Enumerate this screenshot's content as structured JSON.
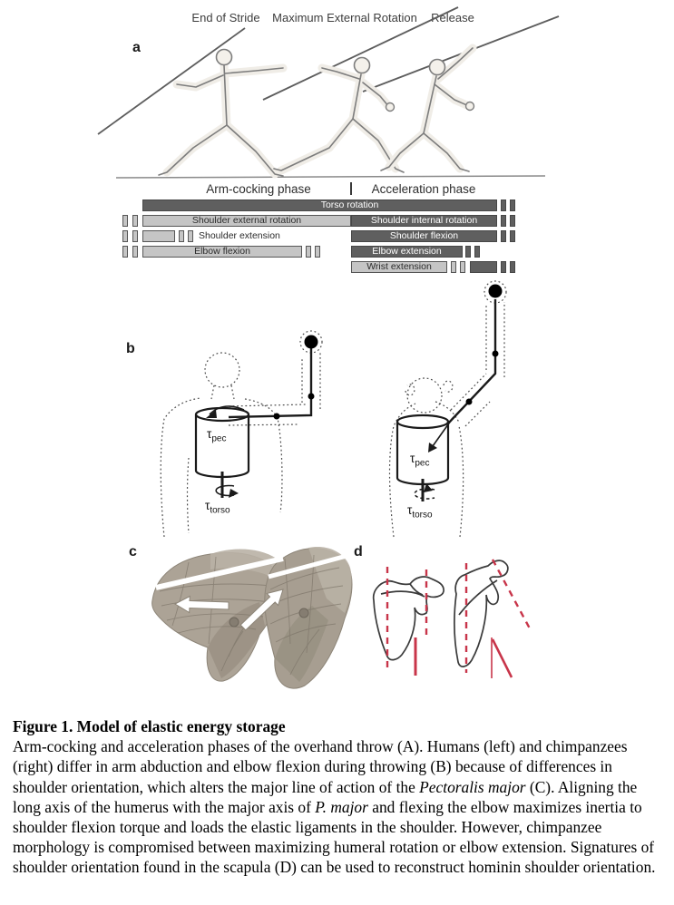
{
  "colors": {
    "bar_dark": "#5f5f5f",
    "bar_light": "#c5c5c5",
    "bar_border": "#474747",
    "scapula_red": "#c8354a",
    "outline_gray": "#6f6f6f"
  },
  "panel_a": {
    "label": "a",
    "pose_labels": [
      "End of Stride",
      "Maximum External Rotation",
      "Release"
    ],
    "chart": {
      "type": "phase-bars",
      "phase_headers": [
        "Arm-cocking phase",
        "Acceleration phase"
      ],
      "rows": [
        {
          "id": "torso-rotation",
          "label": "Torso rotation",
          "phase": "both",
          "style": "dark"
        },
        {
          "id": "shoulder-external-rotation",
          "label": "Shoulder external rotation",
          "phase": "arm-cocking",
          "style": "light"
        },
        {
          "id": "shoulder-internal-rotation",
          "label": "Shoulder internal rotation",
          "phase": "acceleration",
          "style": "dark"
        },
        {
          "id": "shoulder-extension",
          "label": "Shoulder extension",
          "phase": "arm-cocking",
          "style": "light"
        },
        {
          "id": "shoulder-flexion",
          "label": "Shoulder flexion",
          "phase": "acceleration",
          "style": "dark"
        },
        {
          "id": "elbow-flexion",
          "label": "Elbow flexion",
          "phase": "arm-cocking",
          "style": "light"
        },
        {
          "id": "elbow-extension",
          "label": "Elbow extension",
          "phase": "acceleration",
          "style": "dark"
        },
        {
          "id": "wrist-extension",
          "label": "Wrist extension",
          "phase": "acceleration",
          "style": "light"
        }
      ]
    }
  },
  "panel_b": {
    "label": "b",
    "tau": {
      "sym": "τ",
      "pec": "pec",
      "torso": "torso"
    }
  },
  "panel_c": {
    "label": "c"
  },
  "panel_d": {
    "label": "d"
  },
  "caption": {
    "title": "Figure 1. Model of elastic energy storage",
    "segments": [
      {
        "text": "Arm-cocking and acceleration phases of the overhand throw (A). Humans (left) and chimpanzees (right) differ in arm abduction and elbow flexion during throwing (B) because of differences in shoulder orientation, which alters the major line of action of the ",
        "italic": false
      },
      {
        "text": "Pectoralis major",
        "italic": true
      },
      {
        "text": " (C). Aligning the long axis of the humerus with the major axis of ",
        "italic": false
      },
      {
        "text": "P. major",
        "italic": true
      },
      {
        "text": " and flexing the elbow maximizes inertia to shoulder flexion torque and loads the elastic ligaments in the shoulder. However, chimpanzee morphology is compromised between maximizing humeral rotation or elbow extension. Signatures of shoulder orientation found in the scapula (D) can be used to reconstruct hominin shoulder orientation.",
        "italic": false
      }
    ]
  }
}
